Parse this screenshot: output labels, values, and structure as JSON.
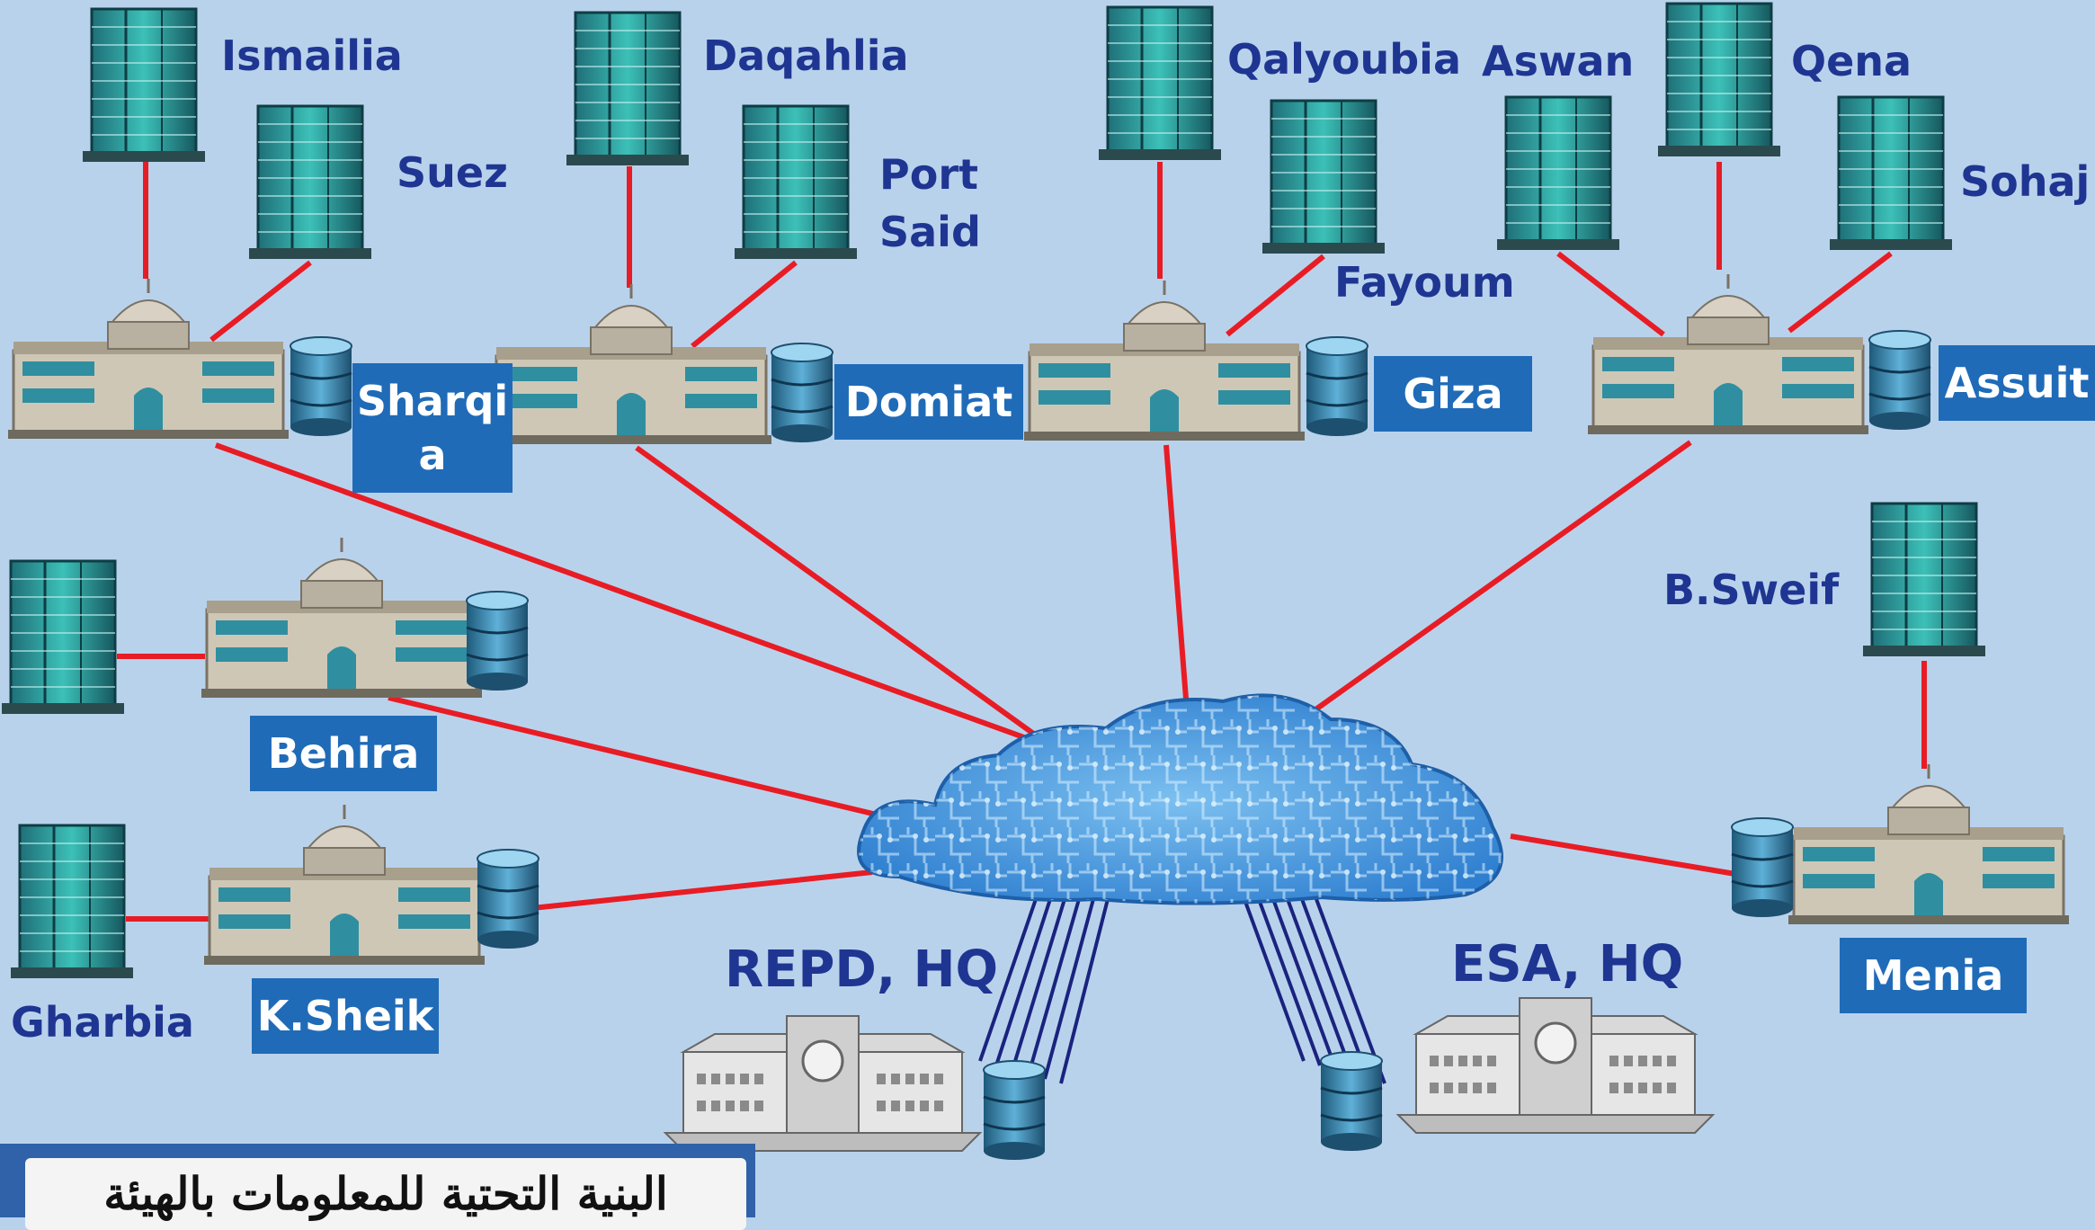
{
  "diagram": {
    "colors": {
      "background": "#b9d2ec",
      "link": "#e81c24",
      "hq_link": "#1a237e",
      "label_text": "#1f3592",
      "label_box": "#1f6bb8",
      "building_glass": "#2a9a9a",
      "cloud": "#3f8fd8"
    },
    "cities": {
      "ismailia": "Ismailia",
      "suez": "Suez",
      "daqahlia": "Daqahlia",
      "port_said": "Port Said",
      "qalyoubia": "Qalyoubia",
      "fayoum": "Fayoum",
      "aswan": "Aswan",
      "qena": "Qena",
      "sohaj": "Sohaj",
      "bsweif": "B.Sweif",
      "gharbia": "Gharbia"
    },
    "hubs": {
      "sharqia": "Sharqia",
      "domiat": "Domiat",
      "giza": "Giza",
      "assuit": "Assuit",
      "behira": "Behira",
      "ksheik": "K.Sheik",
      "menia": "Menia"
    },
    "hq": {
      "repd": "REPD, HQ",
      "esa": "ESA, HQ"
    },
    "banner": "البنية التحتية للمعلومات بالهيئة"
  }
}
